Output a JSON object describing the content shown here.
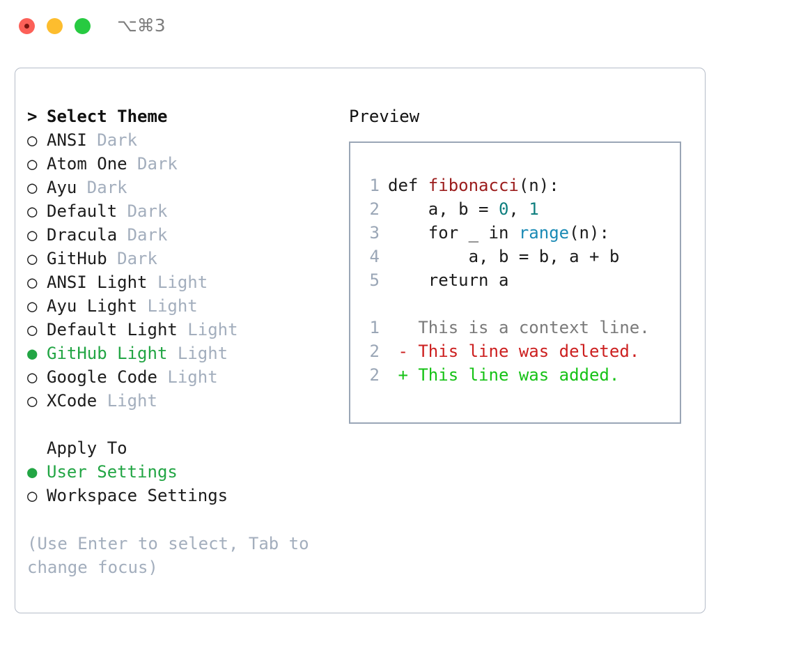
{
  "titlebar": {
    "shortcut": "⌥⌘3",
    "lights": [
      "close",
      "minimize",
      "maximize"
    ]
  },
  "theme_section": {
    "prompt": ">",
    "heading": "Select Theme",
    "bullet_empty": "○",
    "bullet_filled": "●",
    "items": [
      {
        "name": "ANSI",
        "variant": "Dark",
        "selected": false
      },
      {
        "name": "Atom One",
        "variant": "Dark",
        "selected": false
      },
      {
        "name": "Ayu",
        "variant": "Dark",
        "selected": false
      },
      {
        "name": "Default",
        "variant": "Dark",
        "selected": false
      },
      {
        "name": "Dracula",
        "variant": "Dark",
        "selected": false
      },
      {
        "name": "GitHub",
        "variant": "Dark",
        "selected": false
      },
      {
        "name": "ANSI Light",
        "variant": "Light",
        "selected": false
      },
      {
        "name": "Ayu Light",
        "variant": "Light",
        "selected": false
      },
      {
        "name": "Default Light",
        "variant": "Light",
        "selected": false
      },
      {
        "name": "GitHub Light",
        "variant": "Light",
        "selected": true
      },
      {
        "name": "Google Code",
        "variant": "Light",
        "selected": false
      },
      {
        "name": "XCode",
        "variant": "Light",
        "selected": false
      }
    ]
  },
  "apply_section": {
    "heading": "Apply To",
    "items": [
      {
        "name": "User Settings",
        "selected": true
      },
      {
        "name": "Workspace Settings",
        "selected": false
      }
    ]
  },
  "hint": "(Use Enter to select, Tab to change focus)",
  "preview": {
    "heading": "Preview",
    "code_lines": [
      {
        "num": "1",
        "tokens": [
          {
            "t": "def ",
            "c": "plain"
          },
          {
            "t": "fibonacci",
            "c": "fn"
          },
          {
            "t": "(n):",
            "c": "plain"
          }
        ]
      },
      {
        "num": "2",
        "tokens": [
          {
            "t": "    a, b = ",
            "c": "plain"
          },
          {
            "t": "0",
            "c": "num"
          },
          {
            "t": ", ",
            "c": "plain"
          },
          {
            "t": "1",
            "c": "num"
          }
        ]
      },
      {
        "num": "3",
        "tokens": [
          {
            "t": "    for _ in ",
            "c": "plain"
          },
          {
            "t": "range",
            "c": "call"
          },
          {
            "t": "(n):",
            "c": "plain"
          }
        ]
      },
      {
        "num": "4",
        "tokens": [
          {
            "t": "        a, b = b, a + b",
            "c": "plain"
          }
        ]
      },
      {
        "num": "5",
        "tokens": [
          {
            "t": "    return a",
            "c": "plain"
          }
        ]
      }
    ],
    "diff_lines": [
      {
        "num": "1",
        "sign": " ",
        "text": "This is a context line.",
        "kind": "ctx"
      },
      {
        "num": "2",
        "sign": "-",
        "text": "This line was deleted.",
        "kind": "del"
      },
      {
        "num": "2",
        "sign": "+",
        "text": "This line was added.",
        "kind": "add"
      }
    ]
  },
  "colors": {
    "selected_green": "#22a544",
    "variant_grey": "#a3aebd",
    "function_red": "#9b1c1c",
    "number_teal": "#0f7f7f",
    "call_blue": "#1a8ab5",
    "diff_deleted": "#cc1f1f",
    "diff_added": "#16c216",
    "diff_context": "#7a7a7a",
    "panel_border": "#b6bdc9",
    "preview_border": "#9aa6b6"
  }
}
